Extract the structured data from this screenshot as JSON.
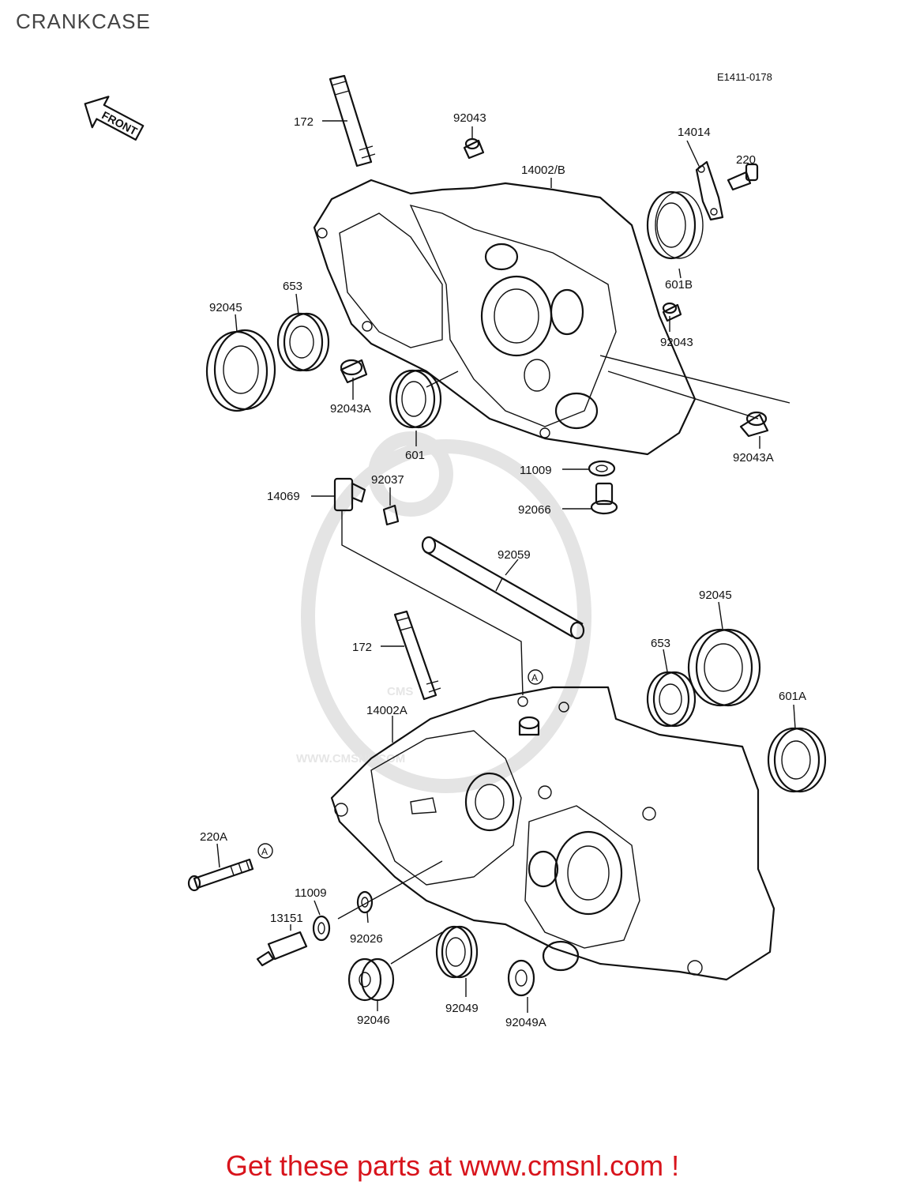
{
  "header": {
    "title": "CRANKCASE"
  },
  "diagram": {
    "ref_code": "E1411-0178",
    "front_label": "FRONT",
    "ref_marker": "A",
    "watermark_text": "WWW.CMSNL.COM",
    "watermark_logo": "CMS",
    "labels": {
      "p172_top": "172",
      "p92043_top": "92043",
      "p14002b": "14002/B",
      "p14014": "14014",
      "p220": "220",
      "p653_top": "653",
      "p92045_top": "92045",
      "p601b": "601B",
      "p92043_right": "92043",
      "p92043a_left": "92043A",
      "p601": "601",
      "p92043a_right": "92043A",
      "p11009_top": "11009",
      "p92037": "92037",
      "p14069": "14069",
      "p92066": "92066",
      "p92059": "92059",
      "p92045_bottom": "92045",
      "p172_bottom": "172",
      "p653_bottom": "653",
      "p601a": "601A",
      "p14002a": "14002A",
      "p220a": "220A",
      "p11009_bottom": "11009",
      "p13151": "13151",
      "p92026": "92026",
      "p92046": "92046",
      "p92049": "92049",
      "p92049a": "92049A"
    }
  },
  "footer": {
    "cta": "Get these parts at www.cmsnl.com !"
  },
  "colors": {
    "cta_text": "#d8141c",
    "line": "#111111",
    "watermark": "#e4e4e4"
  }
}
